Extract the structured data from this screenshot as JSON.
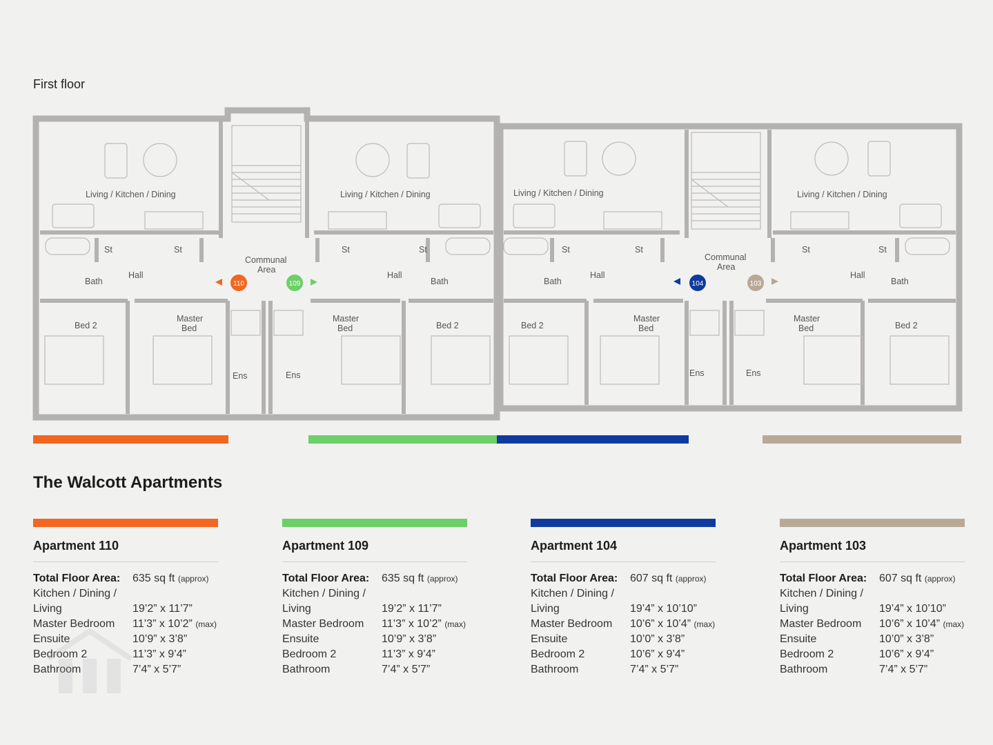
{
  "floor_title": "First floor",
  "section_title": "The Walcott Apartments",
  "colors": {
    "apt110": "#f2661f",
    "apt109": "#6ccf68",
    "apt104": "#0f3a9e",
    "apt103": "#b8a996",
    "wall": "#b4b2b0",
    "background": "#f1f1f0"
  },
  "plan": {
    "rooms": {
      "lkd_1": "Living / Kitchen / Dining",
      "lkd_2": "Living / Kitchen / Dining",
      "lkd_3": "Living / Kitchen / Dining",
      "lkd_4": "Living / Kitchen / Dining",
      "st": "St",
      "bath": "Bath",
      "hall": "Hall",
      "bed2": "Bed 2",
      "master_line1": "Master",
      "master_line2": "Bed",
      "ens": "Ens",
      "communal_line1": "Communal",
      "communal_line2": "Area"
    },
    "markers": {
      "m110": "110",
      "m109": "109",
      "m104": "104",
      "m103": "103"
    }
  },
  "apartments": [
    {
      "name": "Apartment 110",
      "total_label": "Total Floor Area:",
      "total_value": "635 sq ft",
      "total_note": "(approx)",
      "kdl_label_1": "Kitchen / Dining /",
      "kdl_label_2": "Living",
      "kdl_value": "19’2” x 11’7”",
      "master_label": "Master Bedroom",
      "master_value": "11’3” x 10’2”",
      "master_note": "(max)",
      "ensuite_label": "Ensuite",
      "ensuite_value": "10’9” x 3’8”",
      "bed2_label": "Bedroom 2",
      "bed2_value": "11’3” x 9’4”",
      "bath_label": "Bathroom",
      "bath_value": "7’4” x 5’7”"
    },
    {
      "name": "Apartment 109",
      "total_label": "Total Floor Area:",
      "total_value": "635 sq ft",
      "total_note": "(approx)",
      "kdl_label_1": "Kitchen / Dining /",
      "kdl_label_2": "Living",
      "kdl_value": "19’2” x 11’7”",
      "master_label": "Master Bedroom",
      "master_value": "11’3” x 10’2”",
      "master_note": "(max)",
      "ensuite_label": "Ensuite",
      "ensuite_value": "10’9” x 3’8”",
      "bed2_label": "Bedroom 2",
      "bed2_value": "11’3” x 9’4”",
      "bath_label": "Bathroom",
      "bath_value": "7’4” x 5’7”"
    },
    {
      "name": "Apartment 104",
      "total_label": "Total Floor Area:",
      "total_value": "607 sq ft",
      "total_note": "(approx)",
      "kdl_label_1": "Kitchen / Dining /",
      "kdl_label_2": "Living",
      "kdl_value": "19’4” x 10’10”",
      "master_label": "Master Bedroom",
      "master_value": "10’6” x 10’4”",
      "master_note": "(max)",
      "ensuite_label": "Ensuite",
      "ensuite_value": "10’0” x 3’8”",
      "bed2_label": "Bedroom 2",
      "bed2_value": "10’6” x 9’4”",
      "bath_label": "Bathroom",
      "bath_value": "7’4” x 5’7”"
    },
    {
      "name": "Apartment 103",
      "total_label": "Total Floor Area:",
      "total_value": "607 sq ft",
      "total_note": "(approx)",
      "kdl_label_1": "Kitchen / Dining /",
      "kdl_label_2": "Living",
      "kdl_value": "19’4” x 10’10”",
      "master_label": "Master Bedroom",
      "master_value": "10’6” x 10’4”",
      "master_note": "(max)",
      "ensuite_label": "Ensuite",
      "ensuite_value": "10’0” x 3’8”",
      "bed2_label": "Bedroom 2",
      "bed2_value": "10’6” x 9’4”",
      "bath_label": "Bathroom",
      "bath_value": "7’4” x 5’7”"
    }
  ]
}
